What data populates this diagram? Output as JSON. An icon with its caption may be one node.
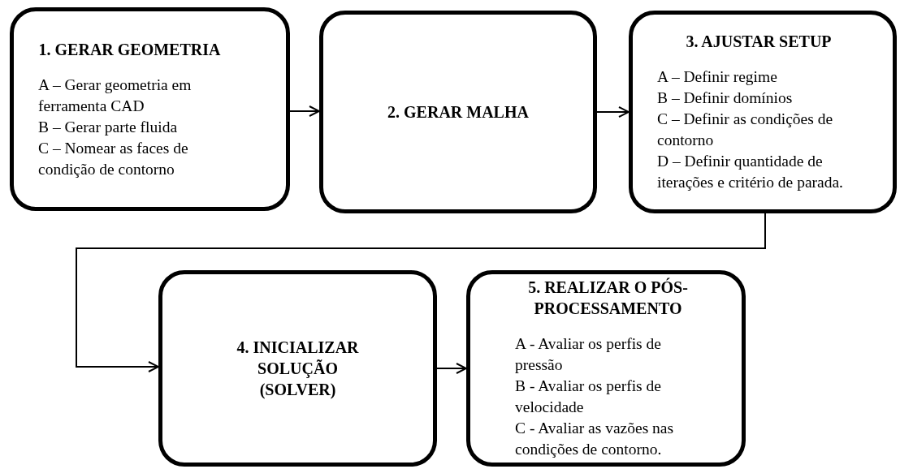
{
  "diagram": {
    "nodes": [
      {
        "text": [
          "1. GERAR GEOMETRIA",
          "A – Gerar geometria em ferramenta CAD",
          "B – Gerar parte fluida",
          "C – Nomear as faces de condição de contorno"
        ]
      },
      {
        "text": [
          "2. GERAR MALHA"
        ]
      },
      {
        "text": [
          "3. AJUSTAR SETUP",
          "A – Definir regime",
          "B – Definir domínios",
          "C – Definir as condições de contorno",
          "D – Definir quantidade de iterações e critério de parada."
        ]
      },
      {
        "text": [
          "4. INICIALIZAR SOLUÇÃO (SOLVER)"
        ]
      },
      {
        "text": [
          "5. REALIZAR O PÓS-PROCESSAMENTO",
          "A - Avaliar os perfis de pressão",
          "B - Avaliar os perfis de velocidade",
          "C - Avaliar as vazões nas condições de contorno."
        ]
      }
    ],
    "edges": [
      {
        "from": 0,
        "to": 1,
        "arrow": "to"
      },
      {
        "from": 1,
        "to": 2,
        "arrow": "to"
      },
      {
        "from": 2,
        "to": 3,
        "arrow": "to"
      },
      {
        "from": 3,
        "to": 4,
        "arrow": "to"
      }
    ]
  }
}
